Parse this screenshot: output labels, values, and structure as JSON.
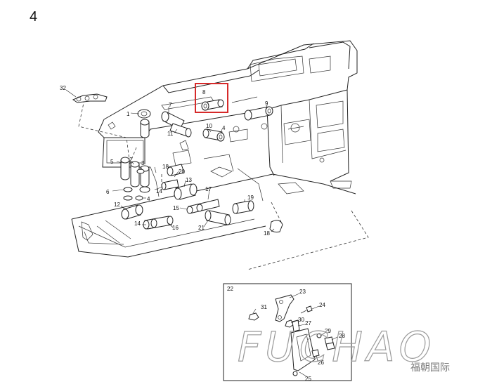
{
  "page_number": "4",
  "highlighted_callout": "8",
  "highlight_color": "#d62a2a",
  "callouts": {
    "c1": "1",
    "c2": "2",
    "c3": "3",
    "c4a": "4",
    "c4b": "4",
    "c5": "5",
    "c6": "6",
    "c7": "7",
    "c8": "8",
    "c9": "9",
    "c10": "10",
    "c11": "11",
    "c12": "12",
    "c13": "13",
    "c14": "14",
    "c15": "15",
    "c16": "16",
    "c17": "17",
    "c18a": "18",
    "c18b": "18",
    "c19": "19",
    "c20": "20",
    "c21": "21",
    "c22": "22",
    "c23": "23",
    "c24": "24",
    "c25": "25",
    "c26": "26",
    "c27": "27",
    "c28": "28",
    "c29": "29",
    "c30": "30",
    "c31": "31",
    "c32": "32"
  },
  "watermark": {
    "latin": "FUCHAO",
    "chinese": "福朝国际"
  }
}
